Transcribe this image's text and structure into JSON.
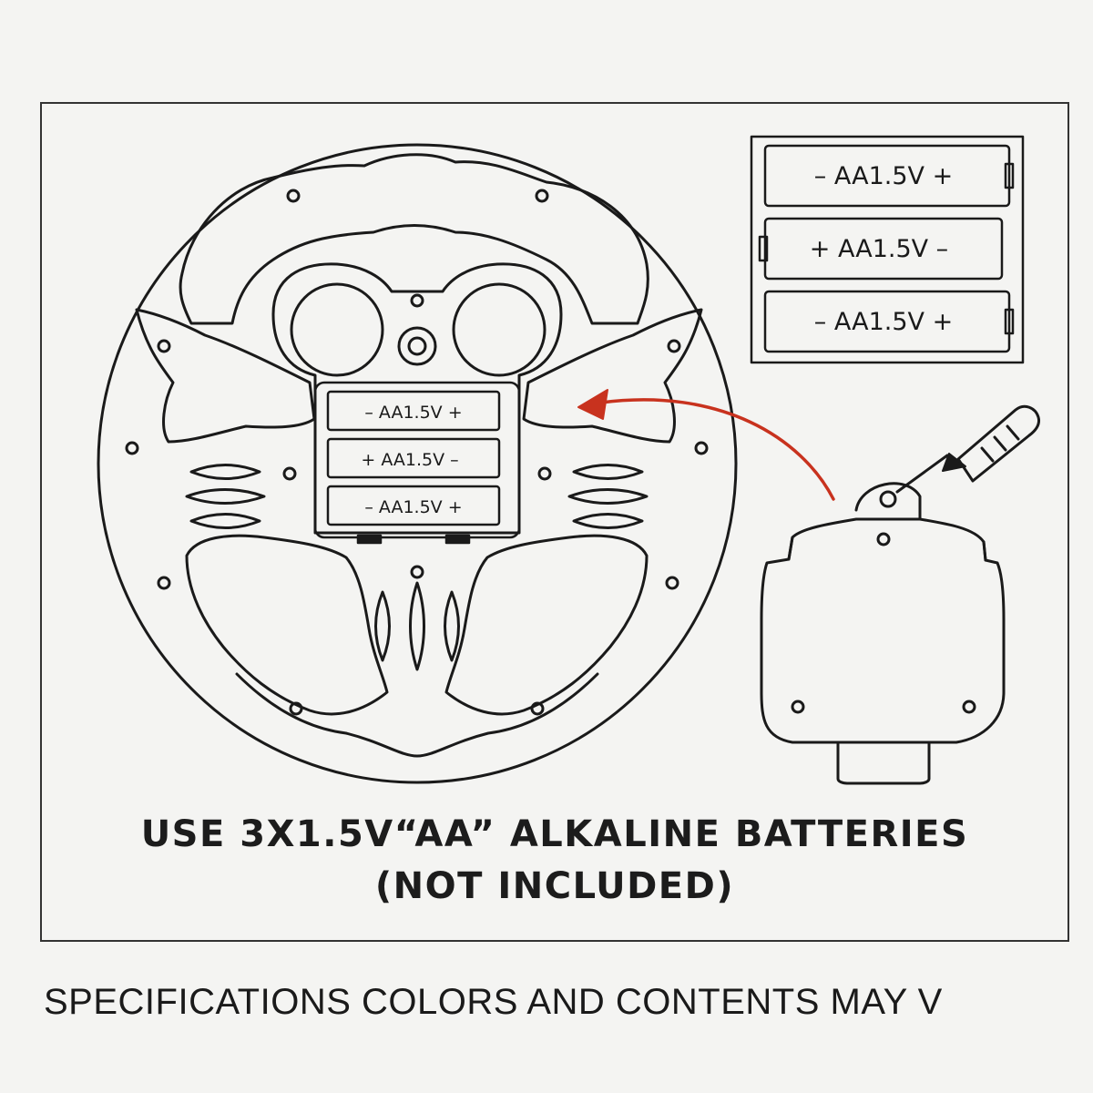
{
  "colors": {
    "ink": "#1a1a1a",
    "arrow": "#c8321e",
    "paper": "#f4f4f2"
  },
  "battery_diagram": {
    "large_holder": [
      {
        "label": "– AA1.5V +"
      },
      {
        "label": "+ AA1.5V –"
      },
      {
        "label": "– AA1.5V +"
      }
    ],
    "wheel_holder": [
      {
        "label": "– AA1.5V +"
      },
      {
        "label": "+ AA1.5V –"
      },
      {
        "label": "– AA1.5V +"
      }
    ]
  },
  "icons": [
    "steering-wheel-icon",
    "speaker-icon",
    "screwdriver-icon",
    "battery-cover-icon",
    "insert-arrow-icon"
  ],
  "caption": {
    "line1": "USE 3X1.5V“AA” ALKALINE BATTERIES",
    "line2": "(NOT INCLUDED)"
  },
  "footer": {
    "text": "SPECIFICATIONS COLORS AND CONTENTS MAY V"
  }
}
